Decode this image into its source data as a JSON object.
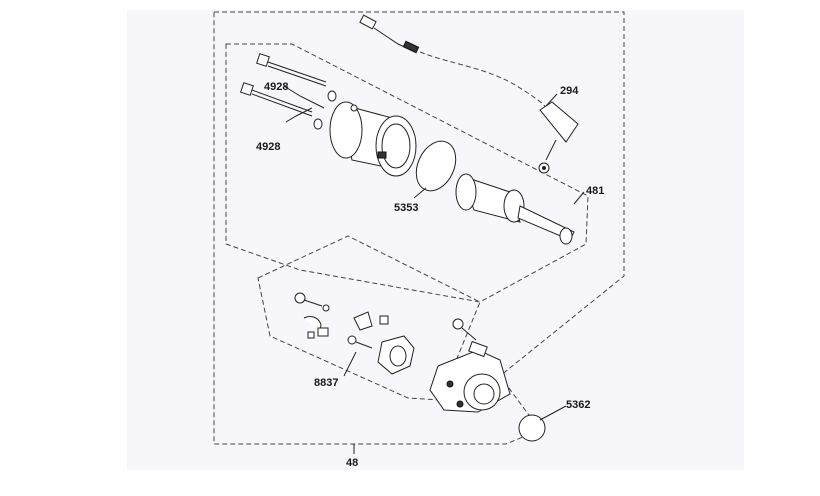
{
  "labels": {
    "bolts_upper": "4928",
    "bolts_lower": "4928",
    "cable": "294",
    "armature_assembly": "481",
    "oring_upper": "5353",
    "brush_set": "8837",
    "oring_lower": "5362",
    "starter_assembly": "48"
  },
  "colors": {
    "line": "#222222",
    "background_panel": "#f7f7fb"
  }
}
